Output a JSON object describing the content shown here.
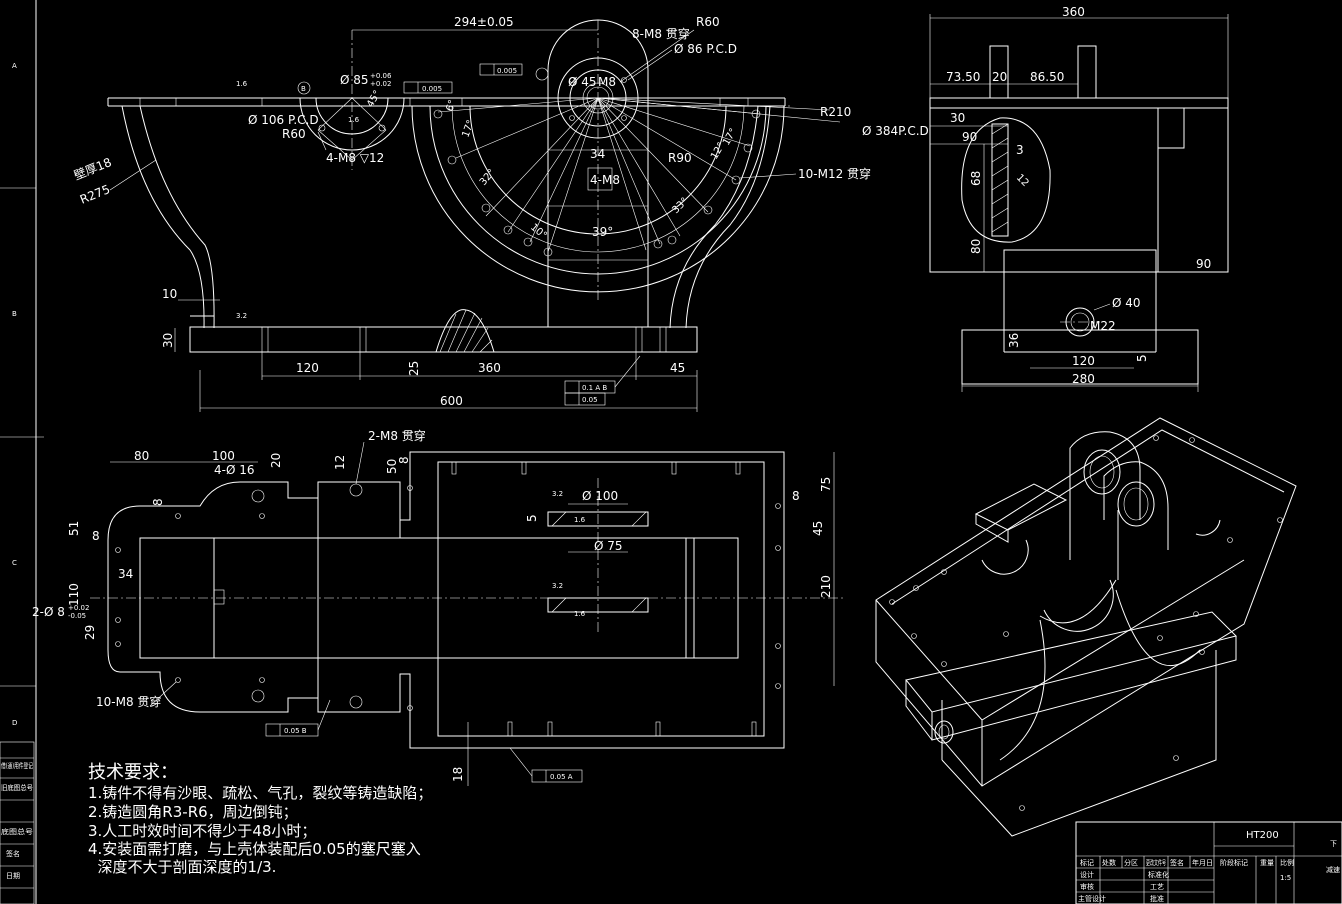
{
  "border": {
    "zone_letters": [
      "A",
      "B",
      "C",
      "D"
    ]
  },
  "front_view": {
    "dims": {
      "d294": "294±0.05",
      "r60_top": "R60",
      "bolt_8m8": "8-M8 贯穿",
      "pcd86": "Ø 86 P.C.D",
      "d85": "Ø 85",
      "tol_plus": "+0.06",
      "tol_plus2": "+0.02",
      "d45": "Ø 45",
      "m8": "M8",
      "a45": "45°",
      "a6": "6°",
      "r210": "R210",
      "pcd384": "Ø 384P.C.D",
      "d106": "Ø 106 P.C.D",
      "r60_left": "R60",
      "tap_4m8": "4-M8 ▽12",
      "wall18": "壁厚18",
      "r275": "R275",
      "a17": "17°",
      "a32": "32°",
      "d34": "34",
      "tap4m8b": "4-M8",
      "r90": "R90",
      "a12": "12°",
      "a17b": "17°",
      "a33": "33°",
      "a10": "10°",
      "a39": "39°",
      "bolt10m12": "10-M12 贯穿",
      "d10": "10",
      "d30": "30",
      "d120": "120",
      "d25": "25",
      "d360": "360",
      "d45b": "45",
      "d600": "600",
      "rough16": "1.6",
      "rough32": "3.2",
      "rough16b": "1.6"
    },
    "frames": {
      "flat1": "0.005",
      "flat2": "0.005",
      "par1": "0.1 A B",
      "flat3": "0.05"
    },
    "datum_b": "B"
  },
  "side_view": {
    "dims": {
      "d360": "360",
      "d7350": "73.50",
      "d20": "20",
      "d8650": "86.50",
      "d30": "30",
      "d90": "90",
      "d3": "3",
      "d68": "68",
      "d80": "80",
      "d90b": "90",
      "d40": "Ø 40",
      "m22": "M22",
      "d36": "36",
      "d120": "120",
      "d5": "5",
      "d280": "280",
      "a12": "12"
    }
  },
  "plan_view": {
    "dims": {
      "d80": "80",
      "d100": "100",
      "h416": "4-Ø 16",
      "d20": "20",
      "d12": "12",
      "m8_2": "2-M8 贯穿",
      "d50": "50",
      "d8a": "8",
      "d8b": "8",
      "d75": "75",
      "d8c": "8",
      "d51": "51",
      "d8d": "8",
      "d45": "45",
      "d34": "34",
      "d110": "110",
      "d210": "210",
      "d29": "29",
      "pin": "2-Ø 8",
      "pin_tol1": "+0.02",
      "pin_tol2": "-0.05",
      "d100c": "Ø 100",
      "d75c": "Ø 75",
      "d5": "5",
      "r32a": "3.2",
      "r32b": "3.2",
      "r16a": "1.6",
      "r16b": "1.6",
      "m8_10": "10-M8 贯穿",
      "d18": "18"
    },
    "frames": {
      "perp1": "0.05 B",
      "perp2": "0.05 A"
    }
  },
  "requirements": {
    "title": "技术要求：",
    "items": [
      "1.铸件不得有沙眼、疏松、气孔，裂纹等铸造缺陷；",
      "2.铸造圆角R3-R6，周边倒钝；",
      "3.人工时效时间不得少于48小时；",
      "4.安装面需打磨，与上壳体装配后0.05的塞尺塞入",
      "  深度不大于剖面深度的1/3."
    ]
  },
  "title_block": {
    "material": "HT200",
    "row1": [
      "标记",
      "处数",
      "分区",
      "更改文件号",
      "签名",
      "年月日"
    ],
    "stage_mark": "阶段标记",
    "weight": "重量",
    "scale_label": "比例",
    "scale": "1:5",
    "designer": "设计",
    "standard": "标准化",
    "checker": "审核",
    "process": "工艺",
    "approve": "批准",
    "main_design": "主管设计",
    "right_a": "下",
    "right_b": "减速"
  },
  "side_strip": [
    "借(通)用件登记",
    "旧底图总号",
    "底图总号",
    "签名",
    "日期"
  ]
}
